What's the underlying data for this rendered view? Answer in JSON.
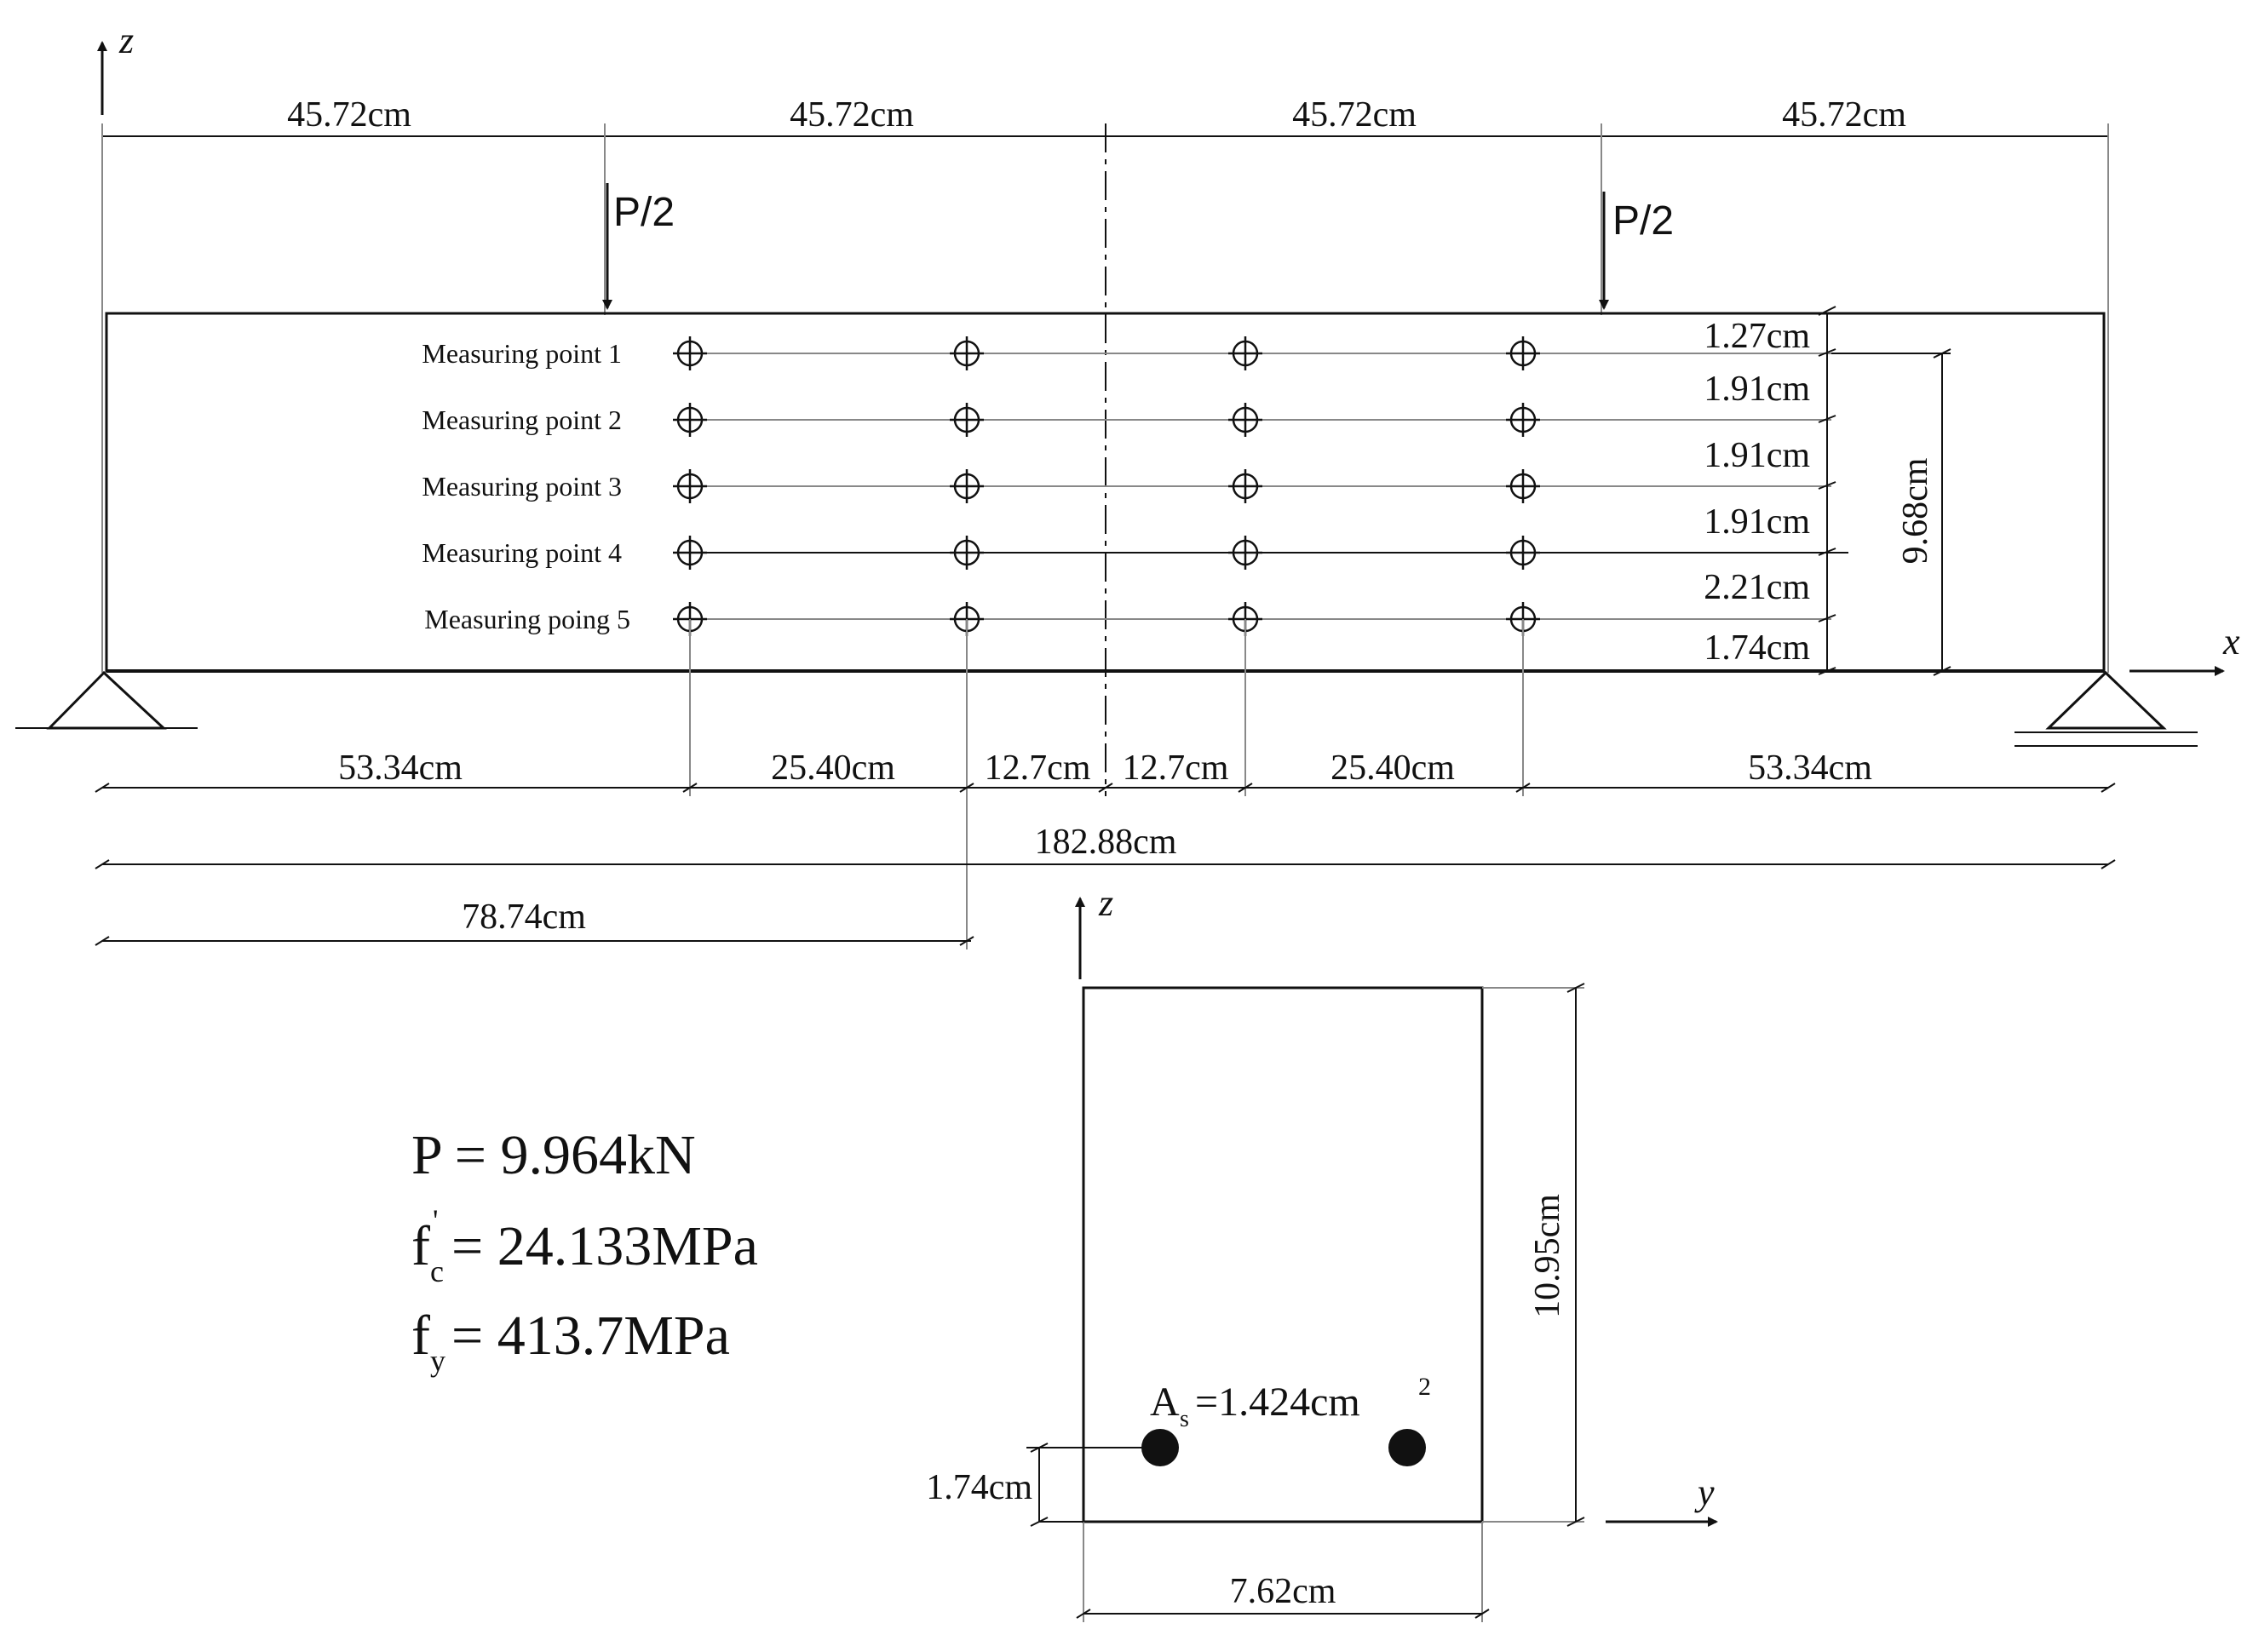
{
  "beam": {
    "top_dims": [
      "45.72cm",
      "45.72cm",
      "45.72cm",
      "45.72cm"
    ],
    "load_labels": [
      "P/2",
      "P/2"
    ],
    "measuring_points": [
      "Measuring point 1",
      "Measuring point 2",
      "Measuring point 3",
      "Measuring point 4",
      "Measuring poing 5"
    ],
    "right_dims": [
      "1.27cm",
      "1.91cm",
      "1.91cm",
      "1.91cm",
      "2.21cm",
      "1.74cm"
    ],
    "height_dim": "9.68cm",
    "bottom_dims": [
      "53.34cm",
      "25.40cm",
      "12.7cm",
      "12.7cm",
      "25.40cm",
      "53.34cm"
    ],
    "total_length": "182.88cm",
    "partial_length": "78.74cm",
    "axis_x": "x",
    "axis_z": "z"
  },
  "properties": {
    "p_label": "P = 9.964kN",
    "fc_symbol": "f",
    "fc_sub": "c",
    "fc_sup": "'",
    "fc_value": " = 24.133MPa",
    "fy_symbol": "f",
    "fy_sub": "y",
    "fy_value": " = 413.7MPa"
  },
  "section": {
    "axis_z": "z",
    "axis_y": "y",
    "height_dim": "10.95cm",
    "width_dim": "7.62cm",
    "cover_dim": "1.74cm",
    "as_symbol": "A",
    "as_sub": "s",
    "as_value": " =1.424cm",
    "as_sup": "2"
  }
}
